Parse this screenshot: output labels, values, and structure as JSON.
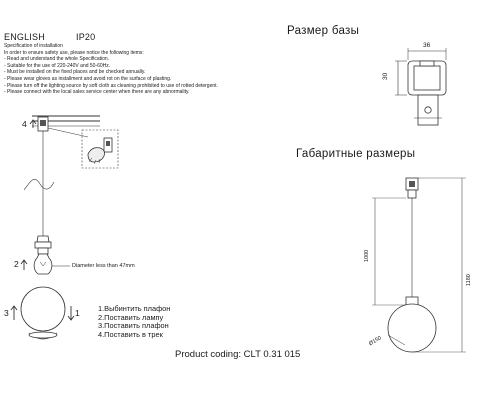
{
  "header": {
    "language": "ENGLISH",
    "ip_rating": "IP20"
  },
  "specification": {
    "lines": [
      "Specification of installation",
      "In order to ensure safety use, please notice the following items:",
      "- Read and understand the whole Specification.",
      "- Suitable for the use of 220-240V and 50-60Hz.",
      "- Must be installed on the fixed places and be checked annually.",
      "- Please wear gloves as installment and avoid rot on the surface of plasting.",
      "- Please turn off the lighting source by soft cloth as cleaning prohibited to use of rotted detergent.",
      "- Please connect with the local sales service center when there are any abnormality."
    ]
  },
  "base_size": {
    "title": "Размер базы",
    "width_label": "36",
    "height_label": "30"
  },
  "overall_dimensions": {
    "title": "Габаритные размеры",
    "cable_length": "1000",
    "total_height": "1180",
    "diameter": "Ø150"
  },
  "figure": {
    "step4_num": "4",
    "step2_num": "2",
    "step3_num": "3",
    "step1_num": "1",
    "bulb_note": "Diameter less than 47mm"
  },
  "steps": [
    "1.Выбинтить плафон",
    "2.Поставить лампу",
    "3.Поставить плафон",
    "4.Поставить в трек"
  ],
  "product_code": "Product coding: CLT 0.31 015"
}
